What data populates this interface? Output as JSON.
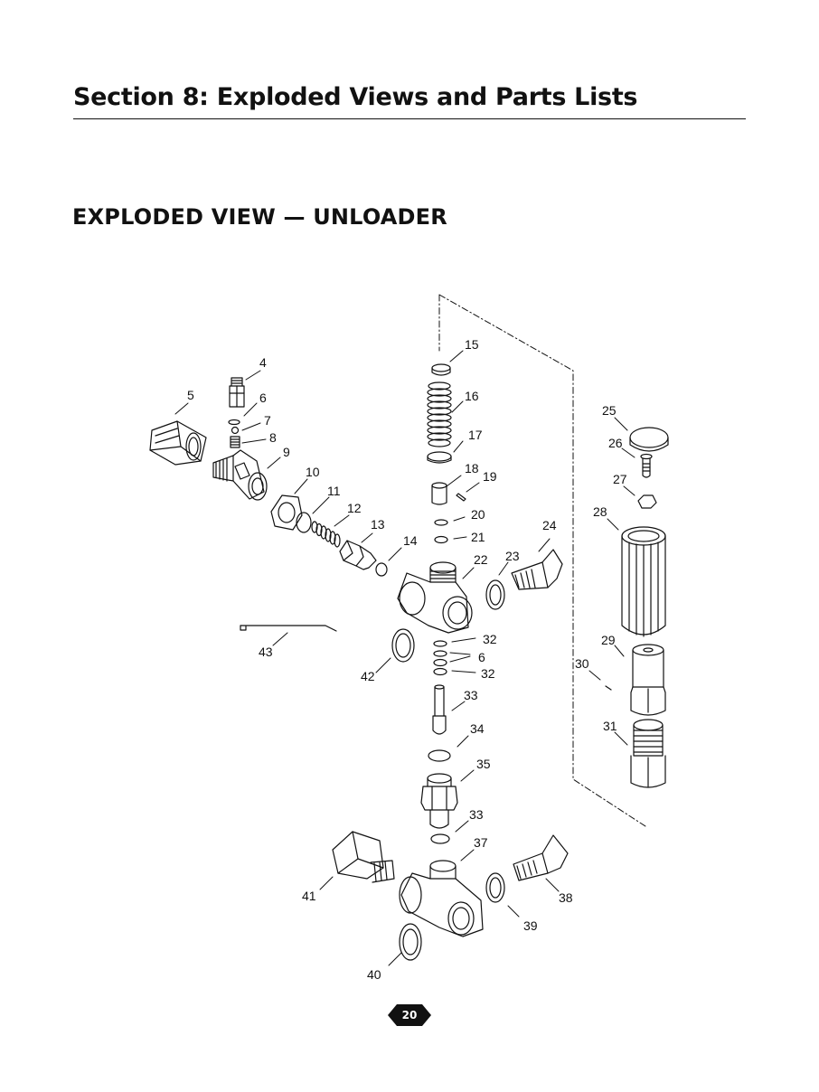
{
  "header": {
    "section_title": "Section 8: Exploded Views and Parts Lists",
    "view_title": "EXPLODED VIEW — UNLOADER"
  },
  "callouts": [
    "4",
    "5",
    "6",
    "7",
    "8",
    "9",
    "10",
    "11",
    "12",
    "13",
    "14",
    "15",
    "16",
    "17",
    "18",
    "19",
    "20",
    "21",
    "22",
    "23",
    "24",
    "25",
    "26",
    "27",
    "28",
    "29",
    "30",
    "31",
    "32",
    "6",
    "32",
    "33",
    "34",
    "35",
    "33",
    "37",
    "38",
    "39",
    "40",
    "41",
    "42",
    "43"
  ],
  "footer": {
    "page_number": "20"
  }
}
